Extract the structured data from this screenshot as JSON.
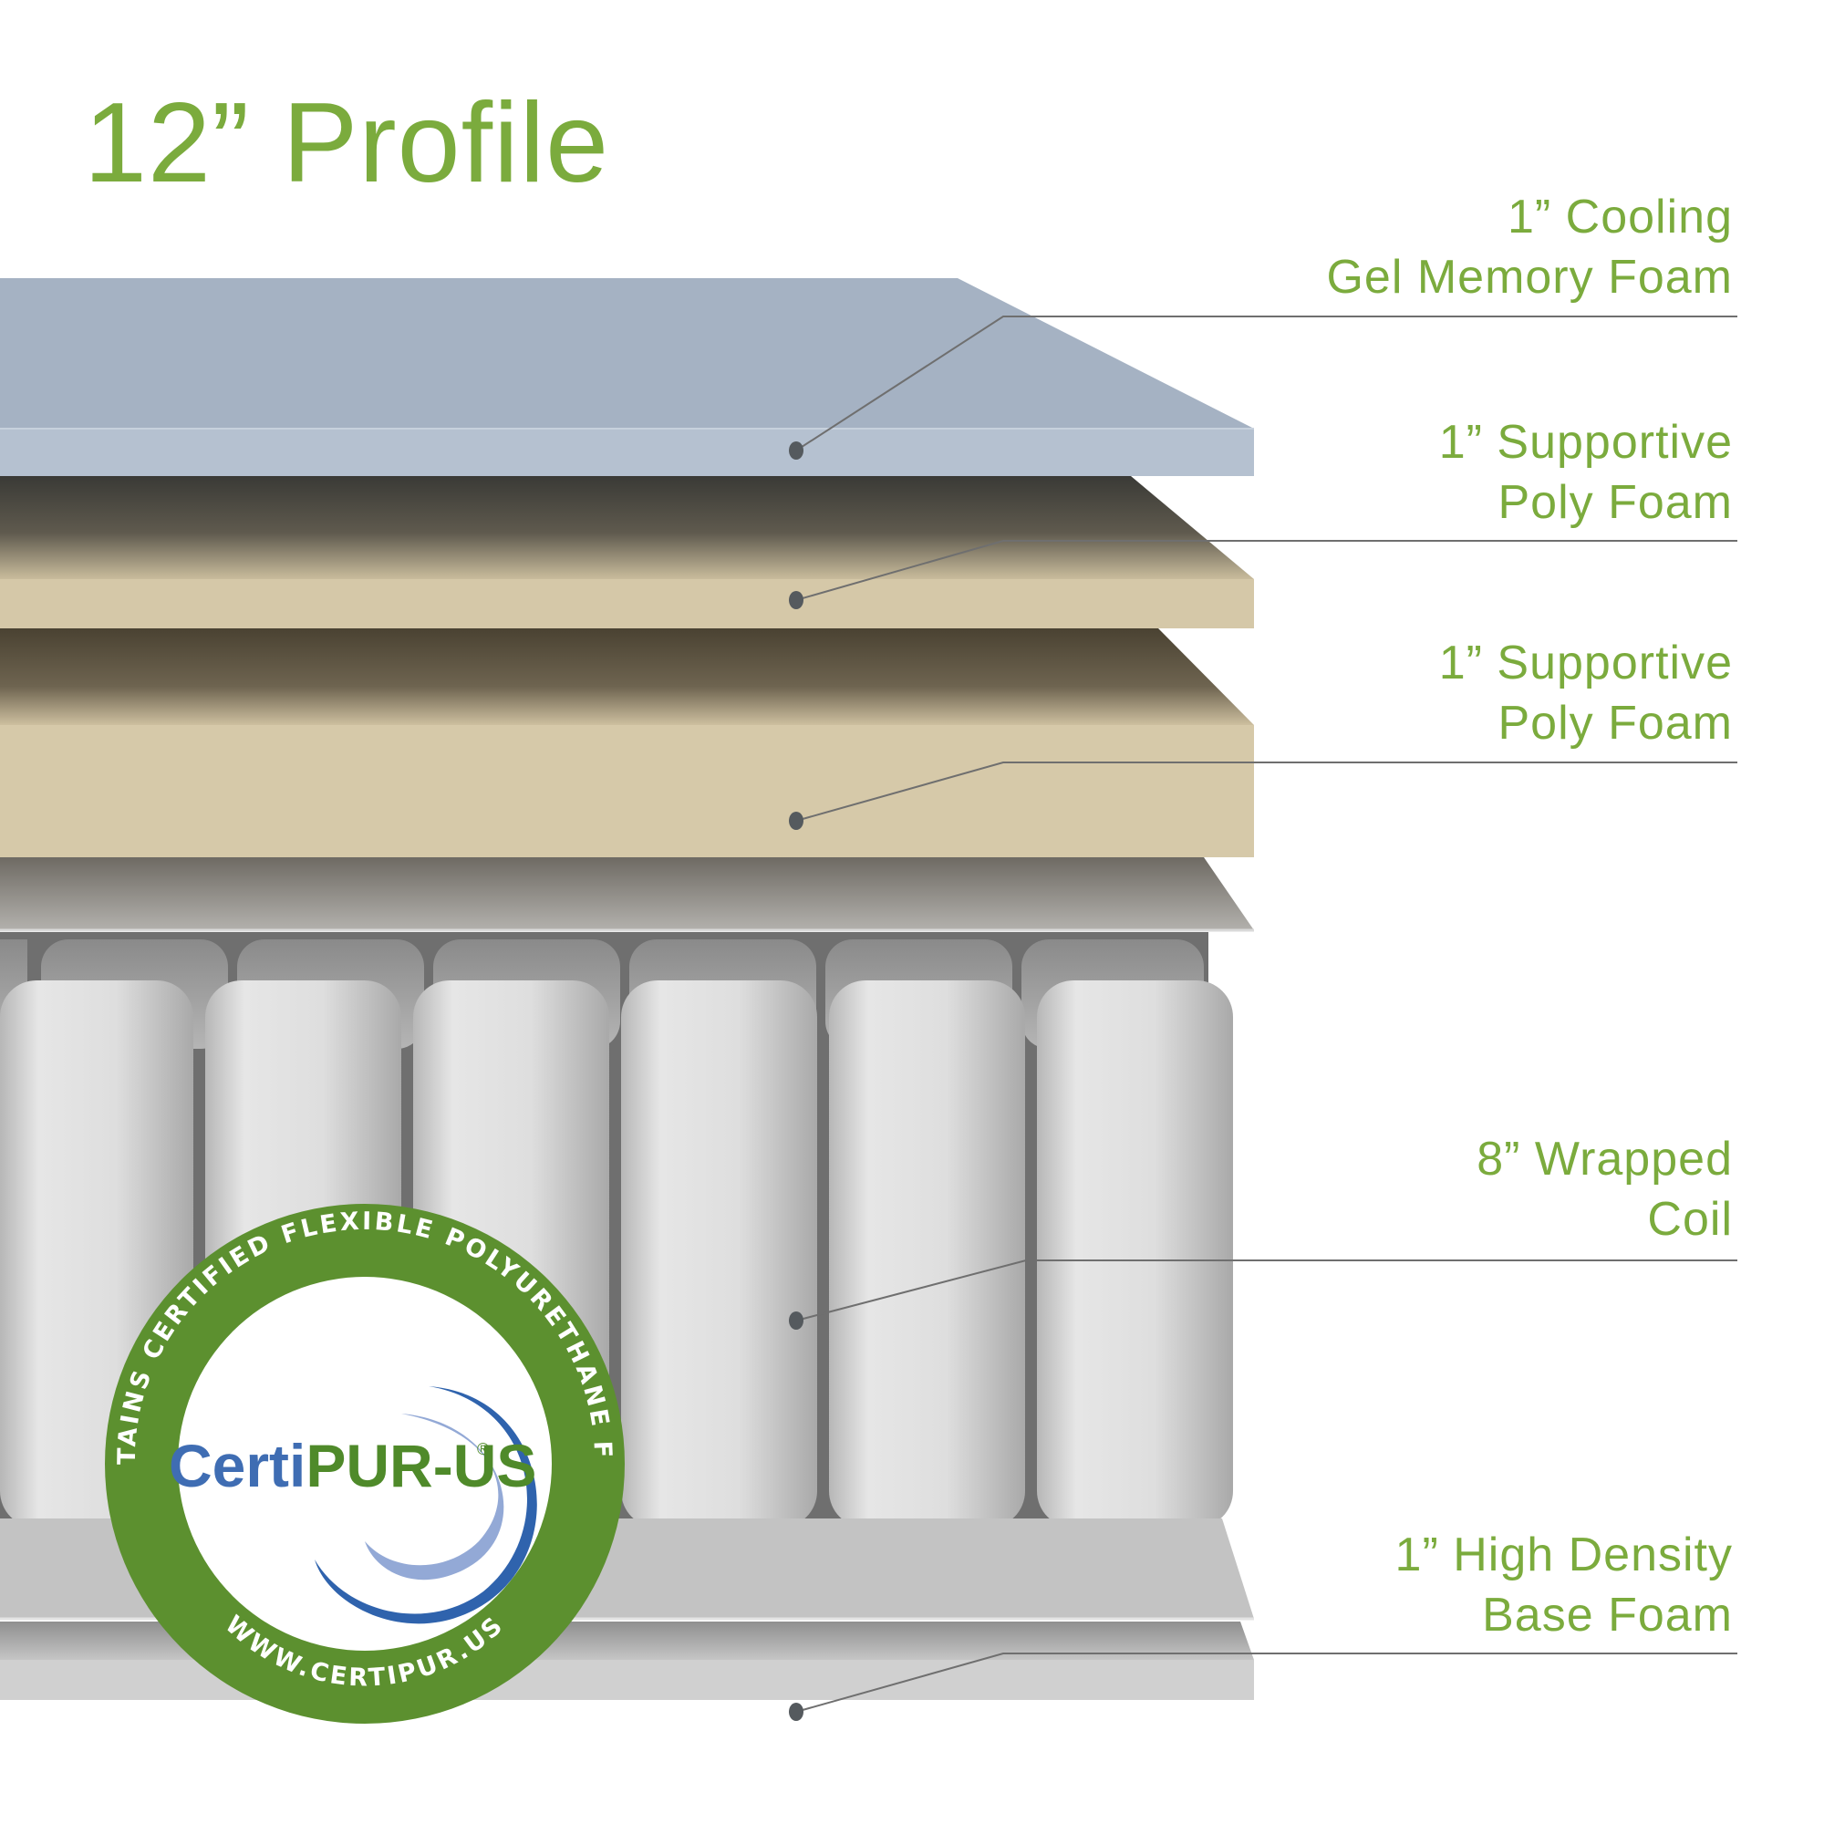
{
  "title": "12” Profile",
  "colors": {
    "accent_green": "#7bab3d",
    "gel_foam": "#a9b6c6",
    "poly_foam": "#d6c8a8",
    "base_foam": "#c9c9c9",
    "coil": "#e6e6e6",
    "seal_green": "#5a8f2e",
    "seal_blue": "#2e62ad"
  },
  "layers": [
    {
      "id": "gel",
      "label": "1” Cooling\nGel Memory Foam"
    },
    {
      "id": "poly1",
      "label": "1” Supportive\nPoly Foam"
    },
    {
      "id": "poly2",
      "label": "1” Supportive\nPoly Foam"
    },
    {
      "id": "coil",
      "label": "8” Wrapped\nCoil"
    },
    {
      "id": "base",
      "label": "1” High Density\nBase Foam"
    }
  ],
  "seal": {
    "arc_top": "CONTAINS CERTIFIED FLEXIBLE POLYURETHANE FOAM",
    "brand_certi": "Certi",
    "brand_pur": "PUR-US",
    "registered": "®",
    "url": "WWW.CERTIPUR.US"
  }
}
